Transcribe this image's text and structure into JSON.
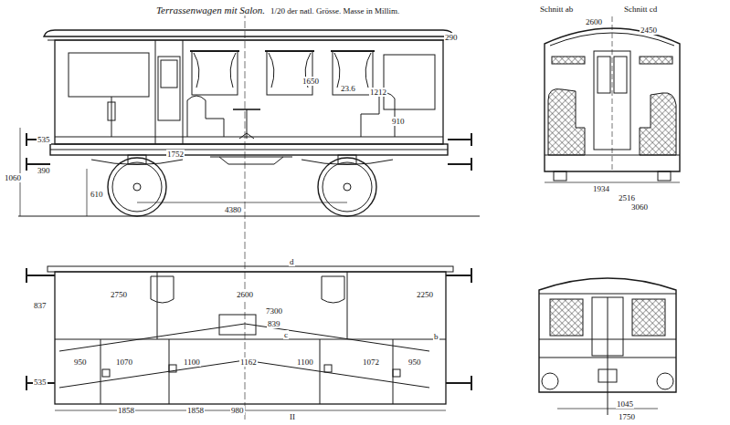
{
  "diagram": {
    "title": "Terrassenwagen mit Salon.",
    "labels": [
      "1/20 der natl. Grösse. Masse in Millim.",
      "Schnitt ab",
      "Schnitt cd",
      "2600",
      "2450",
      "290",
      "1650",
      "23.6",
      "1212",
      "910",
      "535",
      "1060",
      "390",
      "1752",
      "610",
      "4380",
      "1934",
      "2516",
      "3060",
      "2750",
      "2600",
      "2250",
      "7300",
      "839",
      "d",
      "c",
      "b",
      "II",
      "837",
      "535",
      "950",
      "1070",
      "1100",
      "1162",
      "1100",
      "1072",
      "950",
      "1858",
      "1858",
      "980",
      "1045",
      "1750"
    ]
  }
}
